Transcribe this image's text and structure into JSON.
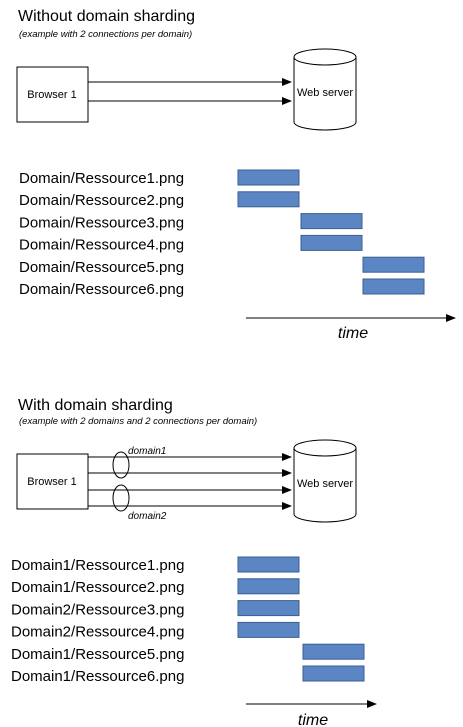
{
  "section1": {
    "title": "Without domain sharding",
    "subtitle": "(example with 2 connections per domain)",
    "browser_label": "Browser 1",
    "server_label": "Web server",
    "resources": [
      "Domain/Ressource1.png",
      "Domain/Ressource2.png",
      "Domain/Ressource3.png",
      "Domain/Ressource4.png",
      "Domain/Ressource5.png",
      "Domain/Ressource6.png"
    ],
    "time_label": "time"
  },
  "section2": {
    "title": "With domain sharding",
    "subtitle": "(example with 2 domains and 2 connections per domain)",
    "browser_label": "Browser 1",
    "server_label": "Web server",
    "domain1_label": "domain1",
    "domain2_label": "domain2",
    "resources": [
      "Domain1/Ressource1.png",
      "Domain1/Ressource2.png",
      "Domain2/Ressource3.png",
      "Domain2/Ressource4.png",
      "Domain1/Ressource5.png",
      "Domain1/Ressource6.png"
    ],
    "time_label": "time"
  },
  "colors": {
    "bar_fill": "#5b86c3",
    "bar_stroke": "#3a5f93"
  }
}
